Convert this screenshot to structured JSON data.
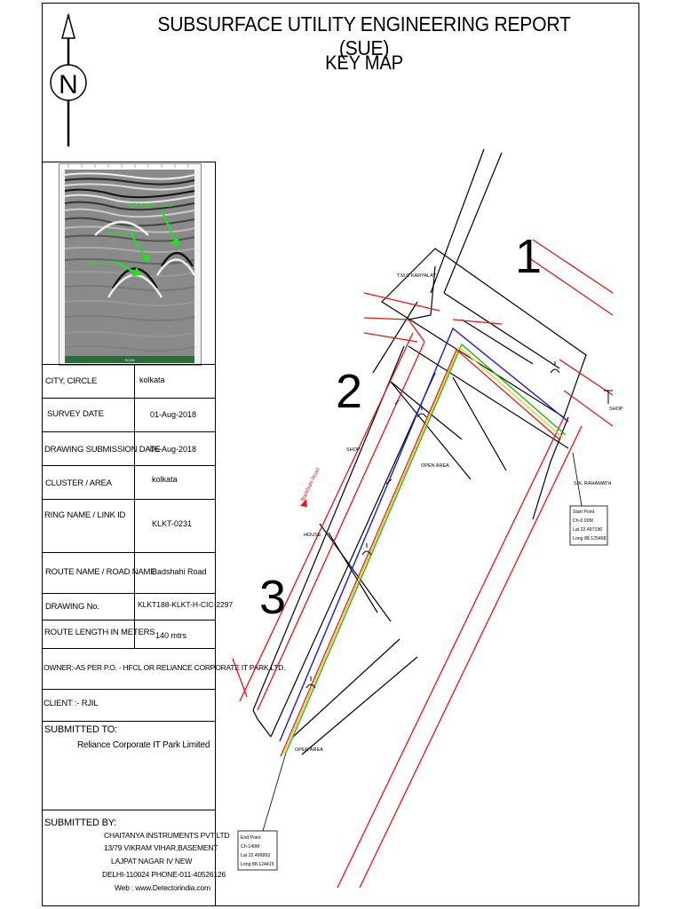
{
  "header": {
    "title": "SUBSURFACE UTILITY ENGINEERING REPORT (SUE)",
    "subtitle": "KEY MAP"
  },
  "north_symbol": "N",
  "gpr_image": {
    "labels": [
      "Water Line",
      "Sewer Line",
      "1000 Gallon Tank"
    ]
  },
  "info_table": [
    {
      "label": "CITY, CIRCLE",
      "value": "kolkata"
    },
    {
      "label": "SURVEY DATE",
      "value": "01-Aug-2018"
    },
    {
      "label": "DRAWING SUBMISSION DATE",
      "value": "06-Aug-2018"
    },
    {
      "label": "CLUSTER / AREA",
      "value": "kolkata"
    },
    {
      "label": "RING NAME / LINK ID",
      "value": "KLKT-0231"
    },
    {
      "label": "ROUTE NAME / ROAD NAME",
      "value": "Badshahi Road"
    },
    {
      "label": "DRAWING No.",
      "value": "KLKT188-KLKT-H-CIC-2297"
    },
    {
      "label": "ROUTE LENGTH IN METERS",
      "value": "140 mtrs"
    }
  ],
  "owner": "OWNER:-AS PER P.O. - HFCL OR RELIANCE CORPORATE  IT PARK LTD.",
  "client": "CLIENT :- RJIL",
  "submitted_to": {
    "heading": "SUBMITTED TO:",
    "name": "Reliance Corporate IT Park Limited"
  },
  "submitted_by": {
    "heading": "SUBMITTED BY:",
    "lines": [
      "CHAITANYA INSTRUMENTS PVT LTD",
      "13/79 VIKRAM VIHAR,BASEMENT",
      "LAJPAT NAGAR IV NEW",
      "DELHI-110024  PHONE-011-40526126",
      "Web : www.Detectorindia.com"
    ]
  },
  "map": {
    "section_numbers": [
      "1",
      "2",
      "3"
    ],
    "labels": {
      "tmc": "T.M.C KARYALAY",
      "shop1": "SHOP",
      "shop2": "SHOP",
      "house": "HOUSE",
      "open_area1": "OPEN AREA",
      "open_area2": "OPEN AREA",
      "rahamath": "S.K. RAHAMATH",
      "road": "Badshahi Road"
    },
    "start_point": [
      "Start Point",
      "Ch-0.00M",
      "Lat 22.497196",
      "Long 88.125468"
    ],
    "end_point": [
      "End Point",
      "Ch-140M",
      "Lat 22.496893",
      "Long 88.124415"
    ],
    "colors": {
      "red": "#e8141a",
      "blue": "#1a1adc",
      "green": "#18b418",
      "yellow": "#e6d21a"
    }
  }
}
